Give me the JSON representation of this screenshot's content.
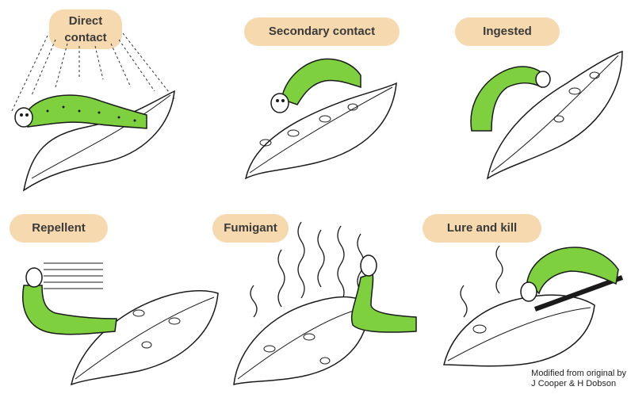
{
  "colors": {
    "label_bg": "#f6d9ae",
    "caterpillar": "#7fd03f",
    "caterpillar_dark": "#3d7a1c",
    "ink": "#1a1a1a"
  },
  "panels": [
    {
      "label_line1": "Direct",
      "label_line2": "contact",
      "icon": "direct-contact-icon"
    },
    {
      "label": "Secondary contact",
      "icon": "secondary-contact-icon"
    },
    {
      "label": "Ingested",
      "icon": "ingested-icon"
    },
    {
      "label": "Repellent",
      "icon": "repellent-icon"
    },
    {
      "label": "Fumigant",
      "icon": "fumigant-icon"
    },
    {
      "label": "Lure and kill",
      "icon": "lure-and-kill-icon"
    }
  ],
  "credit": {
    "line1": "Modified from original by",
    "line2": "J Cooper & H Dobson"
  }
}
